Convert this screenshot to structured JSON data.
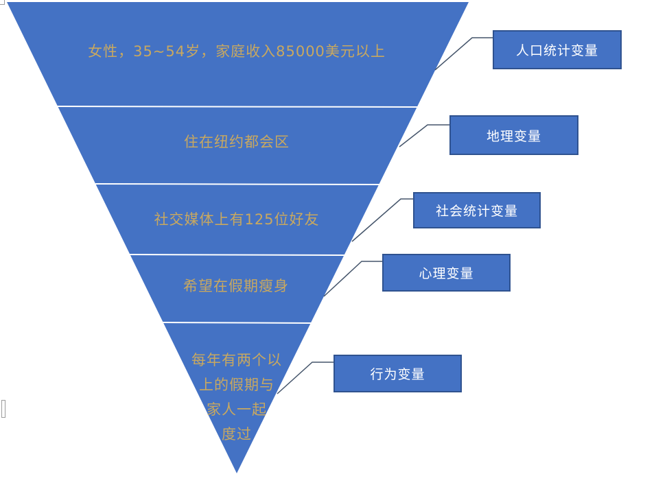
{
  "colors": {
    "funnel_fill": "#4472C4",
    "divider_line": "#FFFFFF",
    "tier_text": "#C8A860",
    "callout_fill": "#4472C4",
    "callout_border": "#2F528F",
    "callout_text": "#FFFFFF",
    "connector_line": "#44546A",
    "background": "#FFFFFF"
  },
  "funnel": {
    "type": "inverted-funnel",
    "tiers": [
      {
        "label": "女性，35~54岁，家庭收入85000美元以上"
      },
      {
        "label": "住在纽约都会区"
      },
      {
        "label": "社交媒体上有125位好友"
      },
      {
        "label": "希望在假期瘦身"
      },
      {
        "label_lines": [
          "每年有两个以",
          "上的假期与",
          "家人一起",
          "度过"
        ]
      }
    ]
  },
  "callouts": [
    {
      "label": "人口统计变量"
    },
    {
      "label": "地理变量"
    },
    {
      "label": "社会统计变量"
    },
    {
      "label": "心理变量"
    },
    {
      "label": "行为变量"
    }
  ]
}
